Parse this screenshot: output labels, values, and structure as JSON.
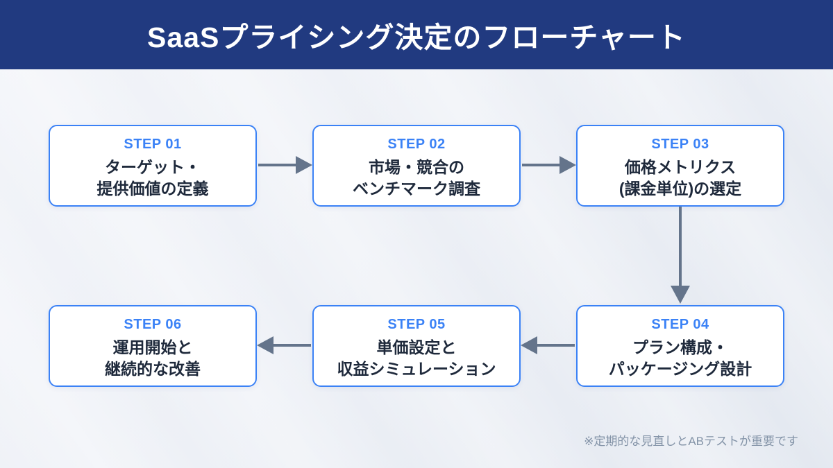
{
  "header": {
    "title": "SaaSプライシング決定のフローチャート"
  },
  "steps": [
    {
      "label": "STEP 01",
      "line1": "ターゲット・",
      "line2": "提供価値の定義"
    },
    {
      "label": "STEP 02",
      "line1": "市場・競合の",
      "line2": "ベンチマーク調査"
    },
    {
      "label": "STEP 03",
      "line1": "価格メトリクス",
      "line2": "(課金単位)の選定"
    },
    {
      "label": "STEP 04",
      "line1": "プラン構成・",
      "line2": "パッケージング設計"
    },
    {
      "label": "STEP 05",
      "line1": "単価設定と",
      "line2": "収益シミュレーション"
    },
    {
      "label": "STEP 06",
      "line1": "運用開始と",
      "line2": "継続的な改善"
    }
  ],
  "flow": [
    "step-01 → step-02",
    "step-02 → step-03",
    "step-03 ↓ step-04",
    "step-04 → step-05",
    "step-05 → step-06"
  ],
  "footnote": "※定期的な見直しとABテストが重要です",
  "colors": {
    "header_bg": "#213a80",
    "accent_blue": "#3b82f6",
    "box_bg": "#ffffff",
    "text_dark": "#1e293b",
    "arrow_gray": "#64748b",
    "note_gray": "#8393a7",
    "background": "#eaeef5"
  }
}
